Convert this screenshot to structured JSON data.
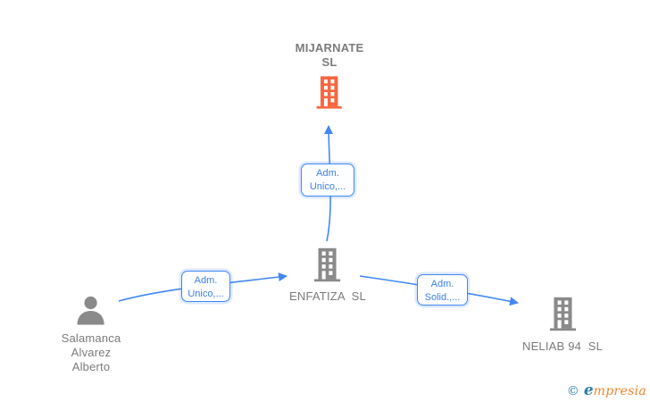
{
  "diagram": {
    "nodes": {
      "mijarnate": {
        "type": "company",
        "highlighted": true,
        "name_line1": "MIJARNATE",
        "name_line2": "SL"
      },
      "enfatiza": {
        "type": "company",
        "highlighted": false,
        "name": "ENFATIZA  SL"
      },
      "neliab": {
        "type": "company",
        "highlighted": false,
        "name": "NELIAB 94  SL"
      },
      "salamanca": {
        "type": "person",
        "name_line1": "Salamanca",
        "name_line2": "Alvarez",
        "name_line3": "Alberto"
      }
    },
    "edges": {
      "enfatiza_to_mijarnate": {
        "label_line1": "Adm.",
        "label_line2": "Unico,..."
      },
      "salamanca_to_enfatiza": {
        "label_line1": "Adm.",
        "label_line2": "Unico,..."
      },
      "enfatiza_to_neliab": {
        "label_line1": "Adm.",
        "label_line2": "Solid.,..."
      }
    }
  },
  "footer": {
    "copyright_symbol": "©",
    "brand_initial": "e",
    "brand_rest": "mpresia"
  },
  "colors": {
    "company_highlight_orange": "#F8663F",
    "node_gray": "#8A8A8A",
    "label_text_gray": "#7B7B7B",
    "edge_blue": "#4287F5",
    "logo_blue": "#2E7EA6",
    "logo_orange": "#F08428"
  }
}
